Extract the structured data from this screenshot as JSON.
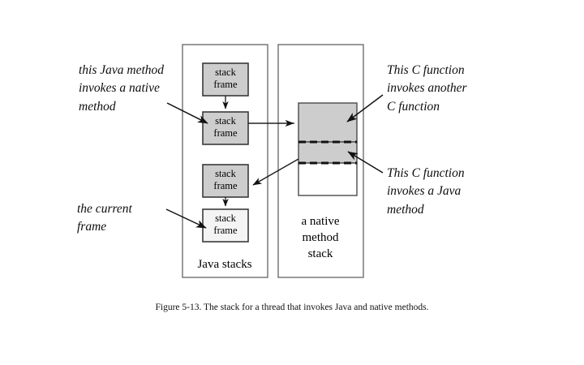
{
  "figure": {
    "caption": "Figure 5-13. The stack for a thread that invokes Java and native methods.",
    "background_color": "#ffffff",
    "frame_fill_color": "#cdcdcd",
    "current_frame_fill_color": "#f4f4f4",
    "border_color": "#6e6e6e",
    "line_color": "#111111"
  },
  "java_stacks_panel": {
    "label": "Java stacks",
    "frames": [
      {
        "line1": "stack",
        "line2": "frame",
        "state": "gray"
      },
      {
        "line1": "stack",
        "line2": "frame",
        "state": "gray"
      },
      {
        "line1": "stack",
        "line2": "frame",
        "state": "gray"
      },
      {
        "line1": "stack",
        "line2": "frame",
        "state": "current"
      }
    ]
  },
  "native_stack_panel": {
    "label_line1": "a native",
    "label_line2": "method",
    "label_line3": "stack",
    "segments": [
      {
        "name": "c-function-outer",
        "fill": "gray"
      },
      {
        "name": "c-function-inner",
        "fill": "gray"
      },
      {
        "name": "unused-space",
        "fill": "white"
      }
    ]
  },
  "annotations": {
    "java_invokes_native": "this Java method\ninvokes a native\nmethod",
    "current_frame": "the current\nframe",
    "c_invokes_c": "This C function\ninvokes another\nC function",
    "c_invokes_java": "This C function\ninvokes a Java\nmethod"
  }
}
